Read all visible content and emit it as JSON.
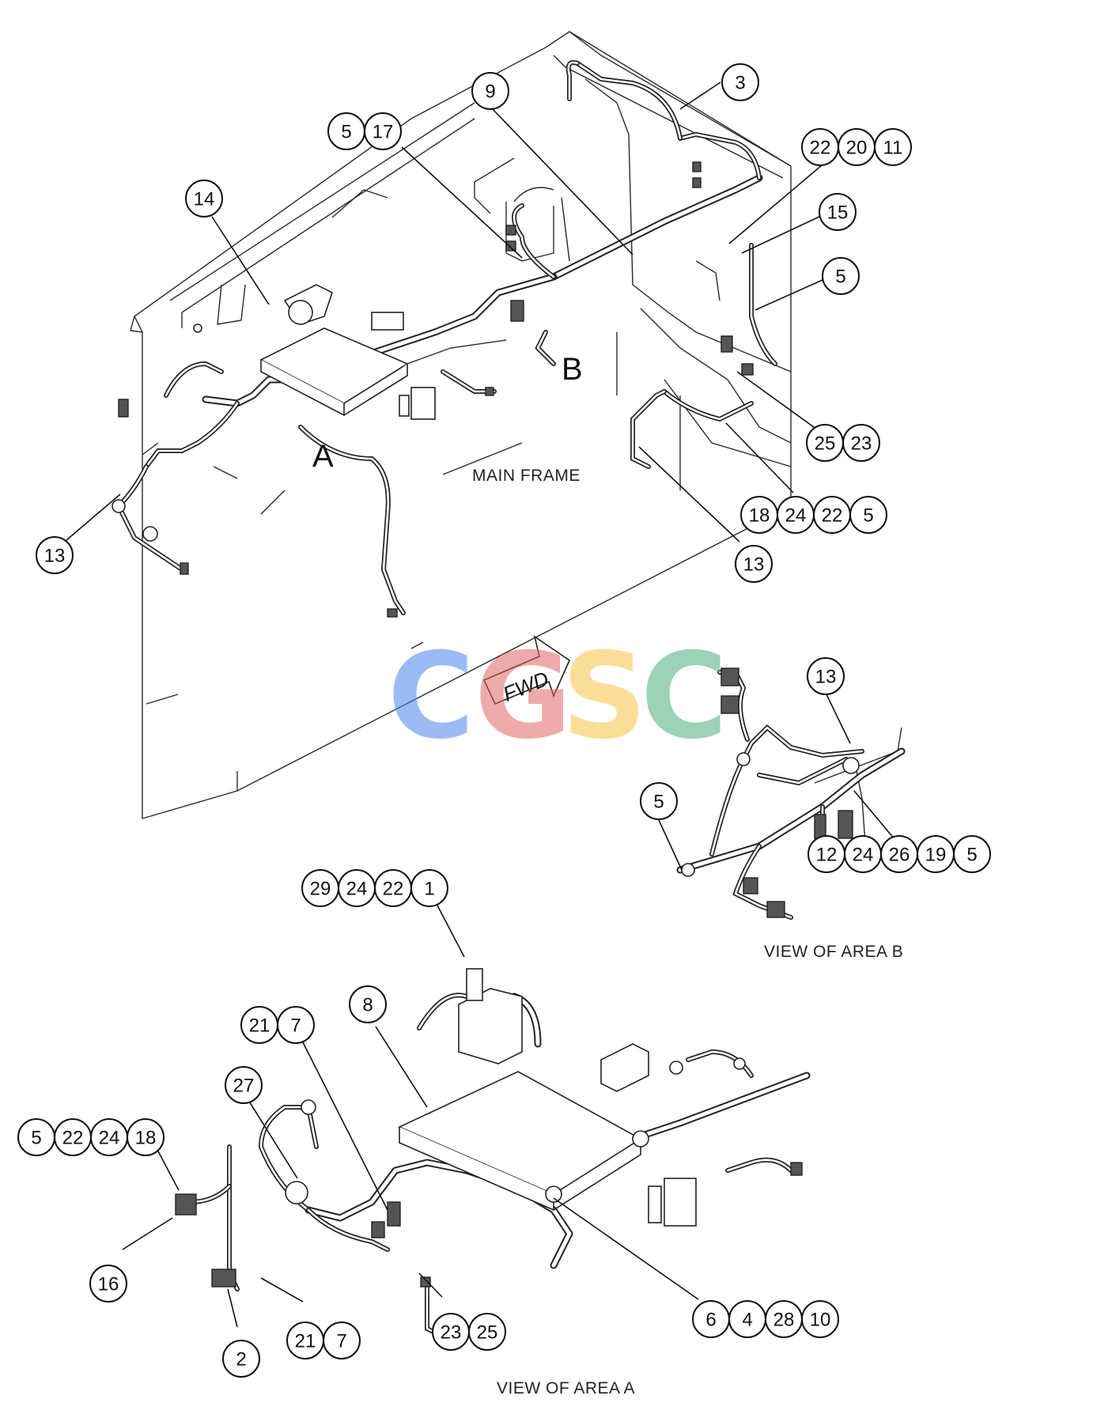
{
  "watermark": {
    "letters": [
      "C",
      "G",
      "S",
      "C"
    ],
    "colors": [
      "#4a86e8",
      "#e06666",
      "#f6c445",
      "#4caf7a"
    ]
  },
  "fwd_arrow": {
    "label": "FWD"
  },
  "area_markers": {
    "a": "A",
    "b": "B"
  },
  "captions": {
    "main_frame": "MAIN FRAME",
    "view_area_b": "VIEW OF AREA B",
    "view_area_a": "VIEW OF AREA A"
  },
  "callouts": {
    "c3": [
      "3"
    ],
    "c9": [
      "9"
    ],
    "c5_17": [
      "5",
      "17"
    ],
    "c22_20_11": [
      "22",
      "20",
      "11"
    ],
    "c14": [
      "14"
    ],
    "c15": [
      "15"
    ],
    "c5_right": [
      "5"
    ],
    "c25_23": [
      "25",
      "23"
    ],
    "c18_24_22_5": [
      "18",
      "24",
      "22",
      "5"
    ],
    "c13_left": [
      "13"
    ],
    "c13_mid": [
      "13"
    ],
    "c13_b": [
      "13"
    ],
    "c5_b": [
      "5"
    ],
    "c12_24_26_19_5": [
      "12",
      "24",
      "26",
      "19",
      "5"
    ],
    "c29_24_22_1": [
      "29",
      "24",
      "22",
      "1"
    ],
    "c8": [
      "8"
    ],
    "c21_7_top": [
      "21",
      "7"
    ],
    "c27": [
      "27"
    ],
    "c5_22_24_18": [
      "5",
      "22",
      "24",
      "18"
    ],
    "c16": [
      "16"
    ],
    "c2": [
      "2"
    ],
    "c21_7_bottom": [
      "21",
      "7"
    ],
    "c23_25": [
      "23",
      "25"
    ],
    "c6_4_28_10": [
      "6",
      "4",
      "28",
      "10"
    ]
  }
}
